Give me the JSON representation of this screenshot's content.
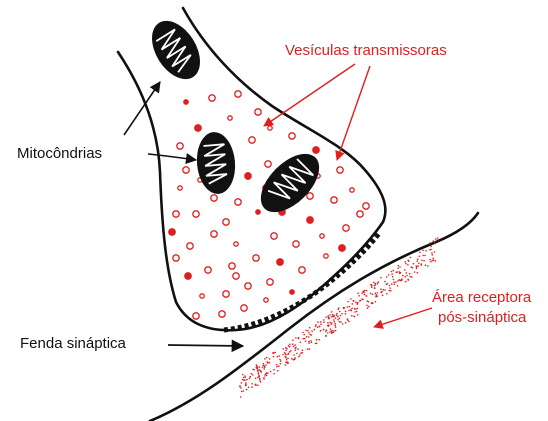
{
  "labels": {
    "mitochondria": "Mitocôndrias",
    "vesicles": "Vesículas transmissoras",
    "cleft": "Fenda sináptica",
    "receptor_line1": "Área receptora",
    "receptor_line2": "pós-sináptica"
  },
  "colors": {
    "ink": "#111111",
    "vesicle": "#e01e1e",
    "background": "#ffffff"
  }
}
